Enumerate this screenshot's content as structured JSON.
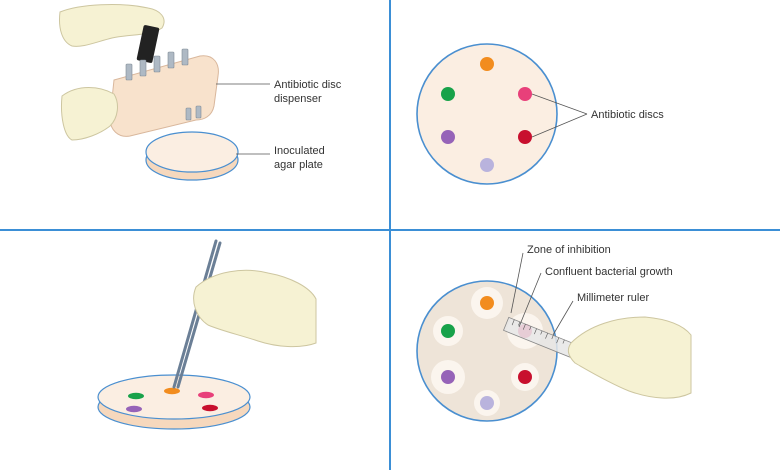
{
  "panels": {
    "dispenser": {
      "label_dispenser_line1": "Antibiotic disc",
      "label_dispenser_line2": "dispenser",
      "label_plate_line1": "Inoculated",
      "label_plate_line2": "agar plate"
    },
    "discs": {
      "label_discs": "Antibiotic discs"
    },
    "forceps": {},
    "measure": {
      "label_zone": "Zone of inhibition",
      "label_growth": "Confluent bacterial growth",
      "label_ruler": "Millimeter ruler"
    }
  },
  "colors": {
    "divider": "#3b8fd6",
    "agar": "#fbeee2",
    "plate_rim": "#4a8fd0",
    "glove": "#f6f2d3",
    "disc_orange": "#f28c1e",
    "disc_pink": "#e8407a",
    "disc_red": "#c8102e",
    "disc_lavender": "#b9b3dd",
    "disc_purple": "#9663b8",
    "disc_green": "#18a24a"
  }
}
